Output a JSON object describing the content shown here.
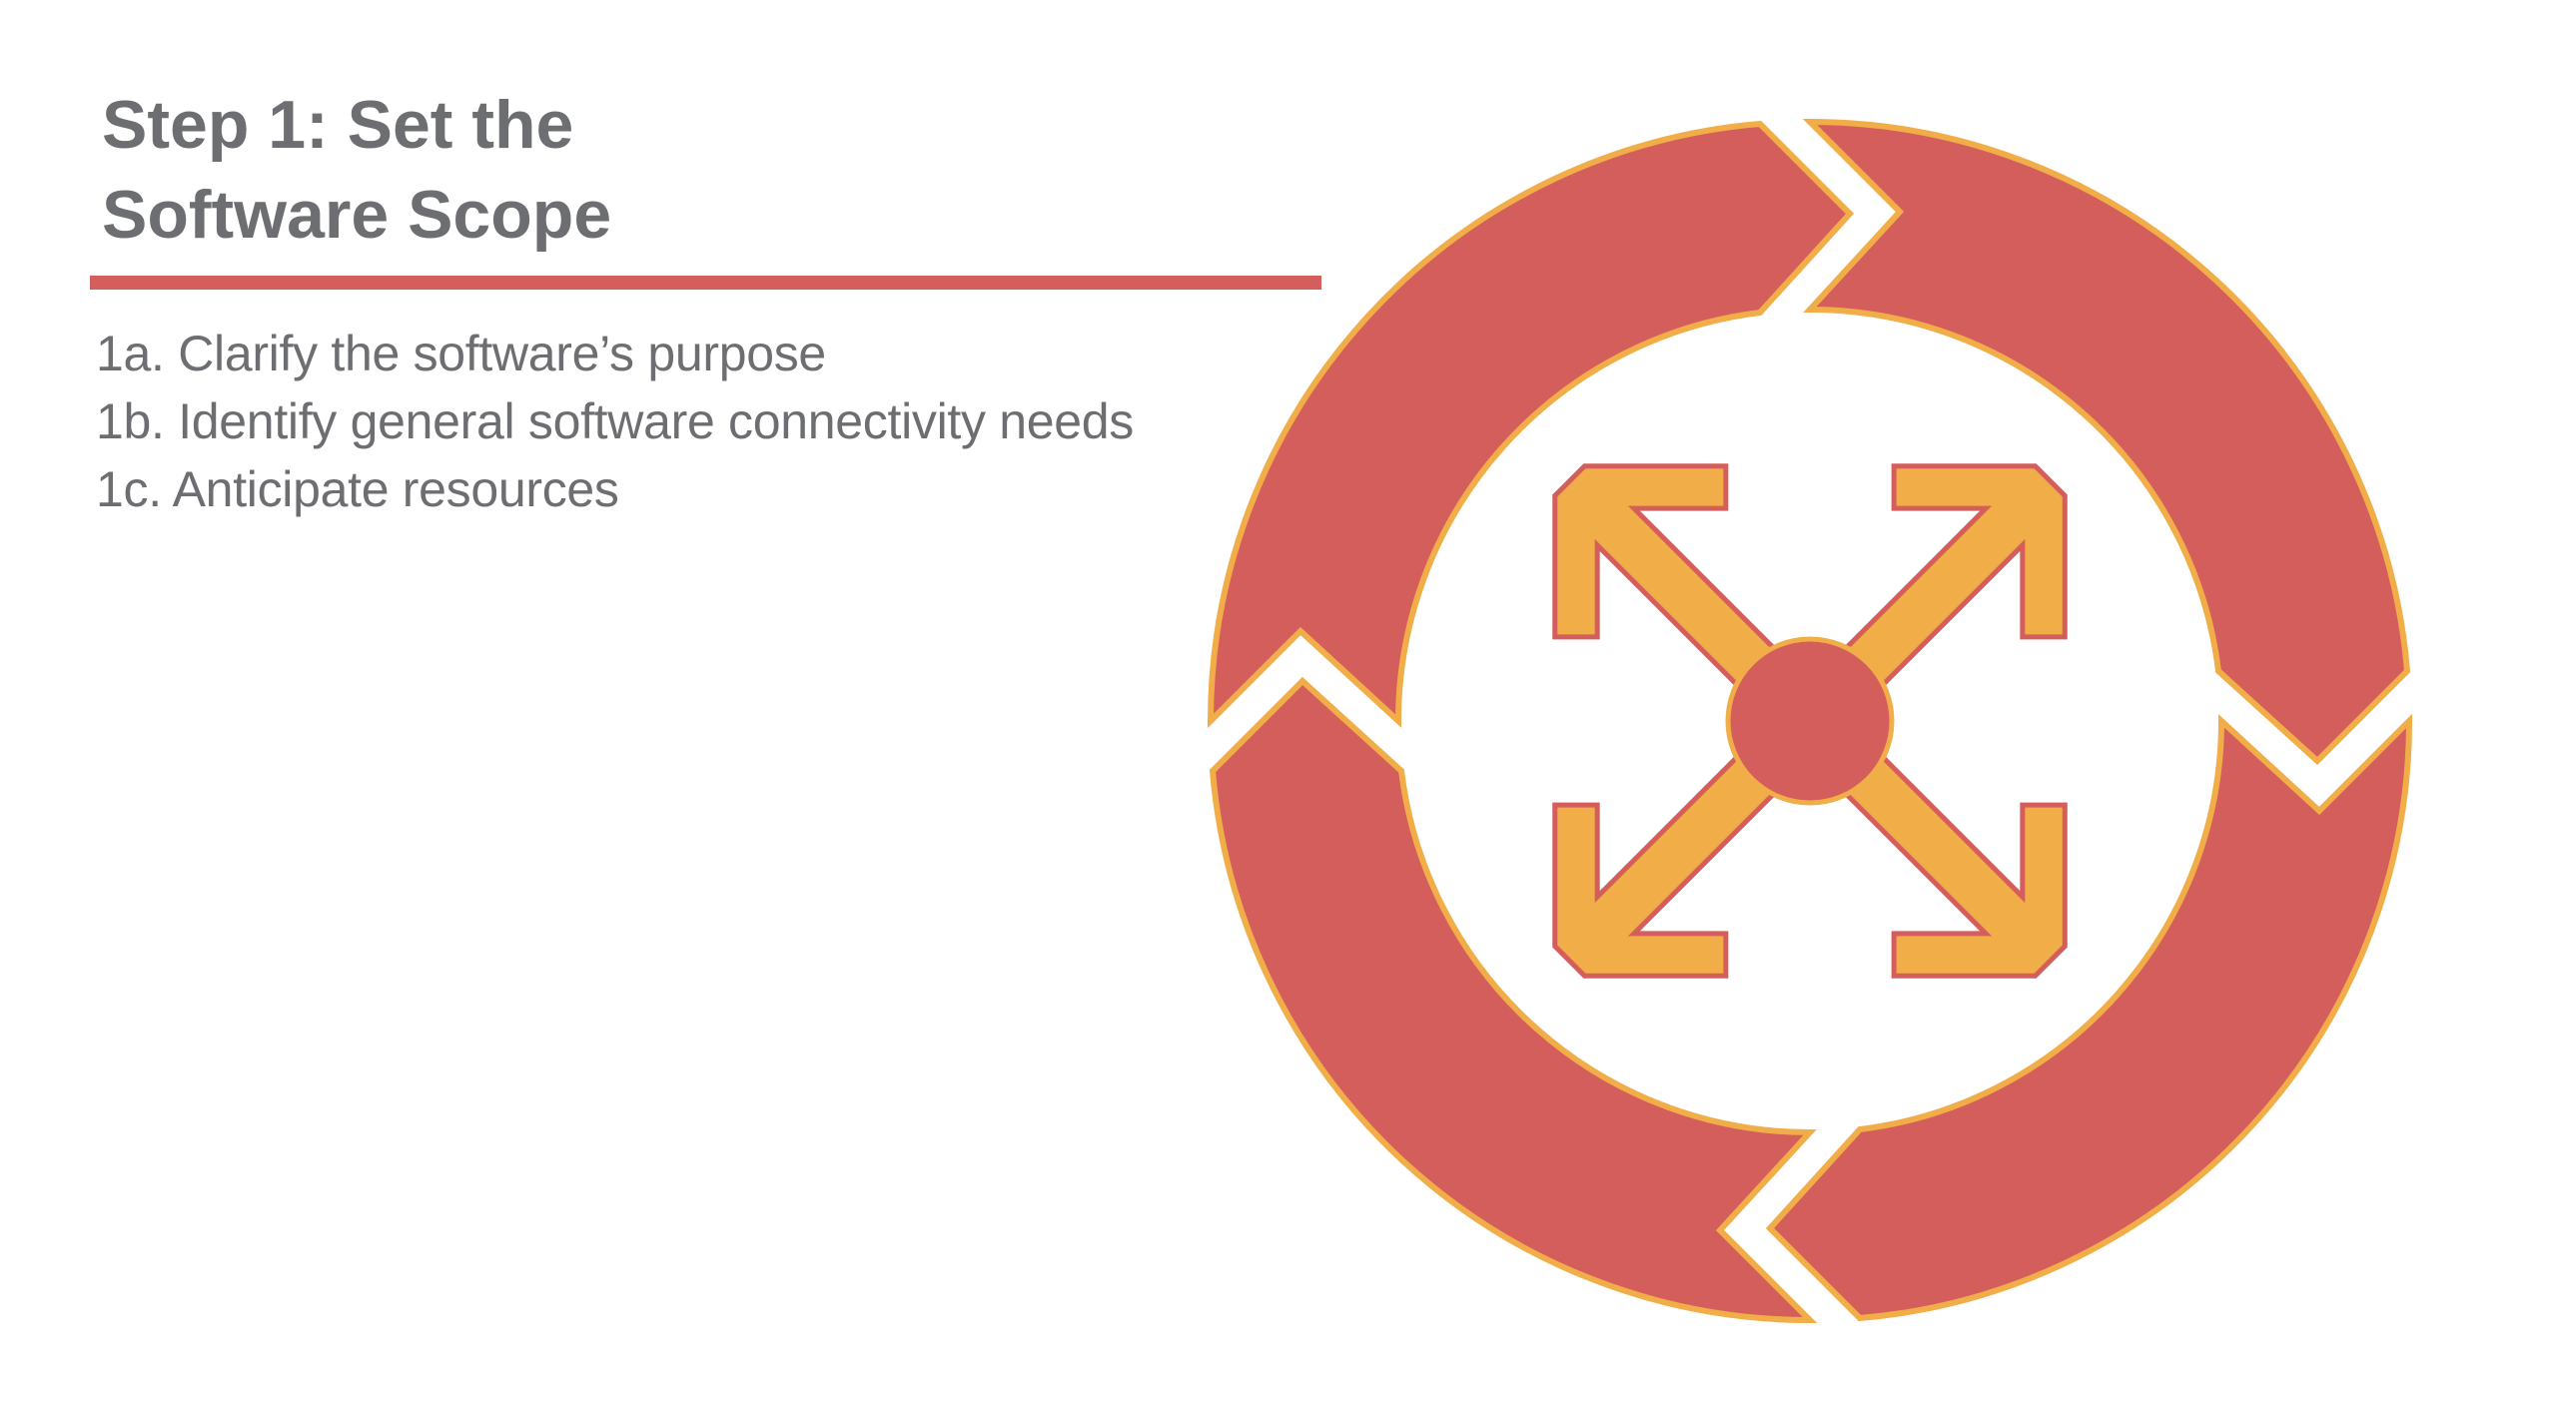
{
  "slide": {
    "title_line1": "Step 1: Set the",
    "title_line2": "Software Scope",
    "items": [
      "1a. Clarify the software’s purpose",
      "1b. Identify general software connectivity needs",
      "1c. Anticipate resources"
    ]
  },
  "colors": {
    "title_text": "#6d6e71",
    "body_text": "#6d6e71",
    "accent_red": "#d45e5b",
    "accent_orange": "#f0ad48"
  },
  "icons": {
    "cycle": "circular-cycle-arrows-icon",
    "center": "expand-four-arrows-icon"
  }
}
